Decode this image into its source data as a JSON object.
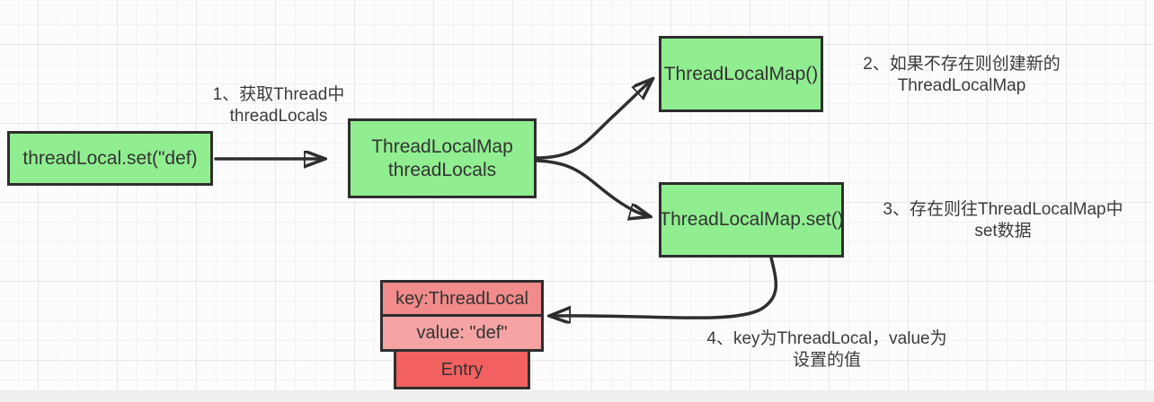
{
  "diagram": {
    "title": "ThreadLocal set flow diagram",
    "nodes": {
      "set_call": {
        "label": "threadLocal.set(\"def)"
      },
      "thread_locals": {
        "line1": "ThreadLocalMap",
        "line2": "threadLocals"
      },
      "map_ctor": {
        "label": "ThreadLocalMap()"
      },
      "map_set": {
        "label": "ThreadLocalMap.set()"
      },
      "entry_key": {
        "label": "key:ThreadLocal"
      },
      "entry_value": {
        "label": "value: \"def\""
      },
      "entry": {
        "label": "Entry"
      }
    },
    "annotations": {
      "step1": {
        "line1": "1、获取Thread中",
        "line2": "threadLocals"
      },
      "step2": {
        "line1": "2、如果不存在则创建新的",
        "line2": "ThreadLocalMap"
      },
      "step3": {
        "line1": "3、存在则往ThreadLocalMap中",
        "line2": "set数据"
      },
      "step4": {
        "line1": "4、key为ThreadLocal，value为",
        "line2": "设置的值"
      }
    },
    "colors": {
      "node_green_fill": "#90ee90",
      "entry_key_fill": "#f28b8b",
      "entry_value_fill": "#f5a3a3",
      "entry_fill": "#f2615f",
      "box_border": "#2e2e2e",
      "arrow": "#2e2e2e",
      "text": "#3b3b3b",
      "grid_minor": "#f4f1f4",
      "grid_major": "#e9e6ea",
      "background": "#fdfcfd",
      "bottom_strip": "#efeff1"
    }
  }
}
